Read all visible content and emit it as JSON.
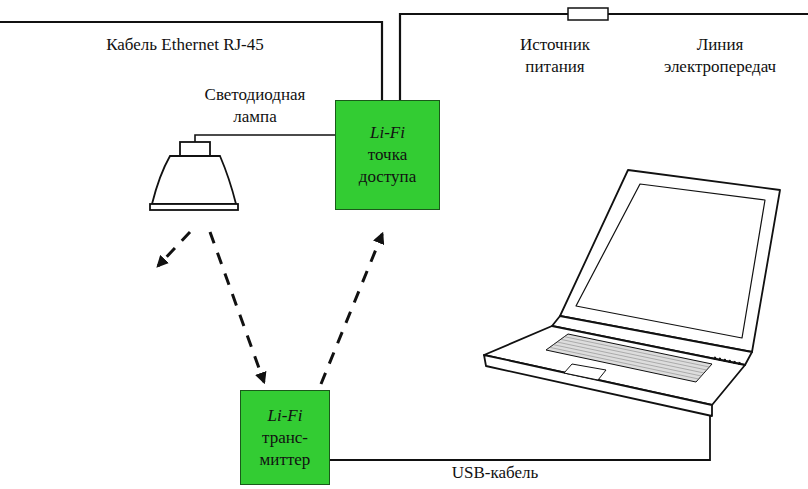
{
  "diagram": {
    "nodes": [
      {
        "text": [
          "Li-Fi",
          "точка доступа"
        ]
      },
      {
        "text": [
          "Li-Fi",
          "транс- миттер"
        ]
      }
    ],
    "edges": [
      {
        "from": 1,
        "to": 0,
        "arrow": "to"
      }
    ],
    "labels": [
      "Кабель Ethernet RJ-45",
      "Светодиодная лампа",
      "Источник питания",
      "Линия электропередач",
      "USB-кабель"
    ]
  }
}
